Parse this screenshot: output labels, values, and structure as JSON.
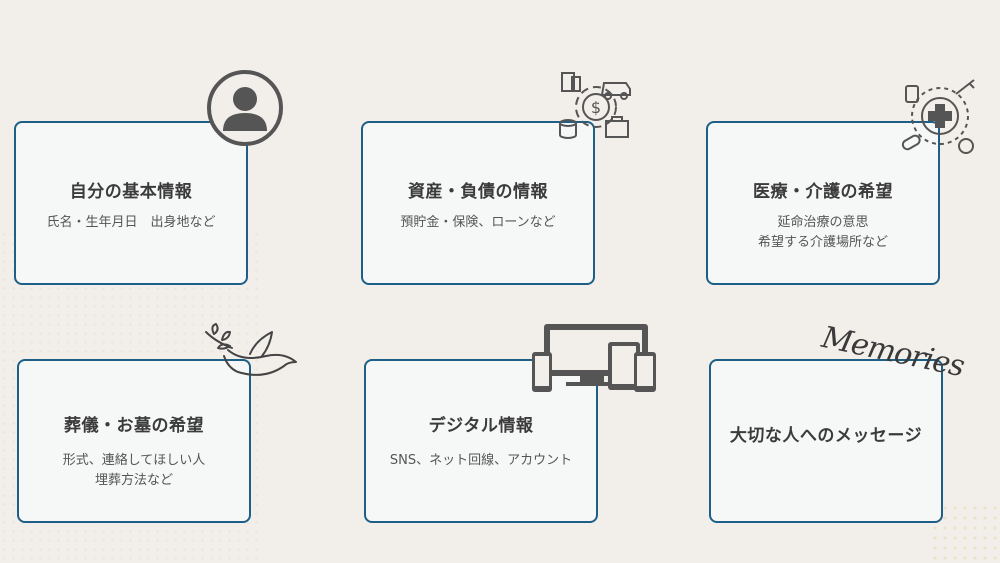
{
  "cards": [
    {
      "title": "自分の基本情報",
      "lines": [
        "氏名・生年月日　出身地など"
      ]
    },
    {
      "title": "資産・負債の情報",
      "lines": [
        "預貯金・保険、ローンなど"
      ]
    },
    {
      "title": "医療・介護の希望",
      "lines": [
        "延命治療の意思",
        "希望する介護場所など"
      ]
    },
    {
      "title": "葬儀・お墓の希望",
      "lines": [
        "形式、連絡してほしい人",
        "埋葬方法など"
      ]
    },
    {
      "title": "デジタル情報",
      "lines": [
        "SNS、ネット回線、アカウント"
      ]
    },
    {
      "title": "大切な人へのメッセージ",
      "lines": []
    }
  ],
  "decor": {
    "memories_text": "Memories",
    "icons": [
      "user-avatar-icon",
      "finance-assets-icon",
      "medical-care-icon",
      "dove-icon",
      "devices-icon",
      "memories-script"
    ]
  },
  "colors": {
    "border": "#1d5f87",
    "card_bg": "#f6f7f7",
    "page_bg": "#f2efeb",
    "text": "#3b3b3b"
  }
}
